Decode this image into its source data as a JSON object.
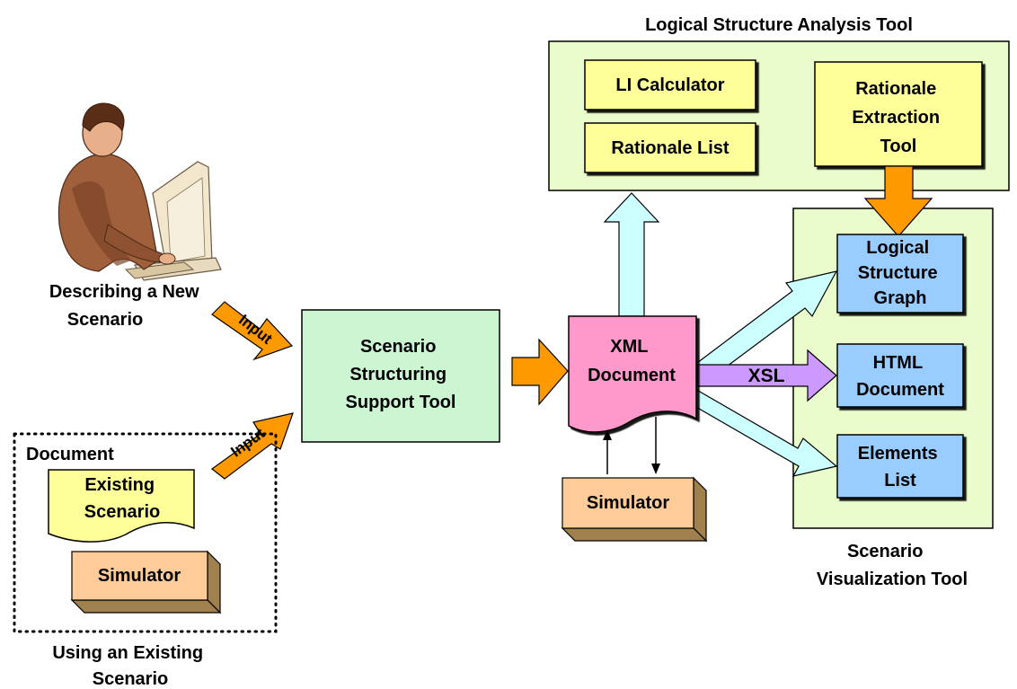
{
  "colors": {
    "analysis_panel": "#EAFCCB",
    "visualization_panel": "#EAFCCB",
    "yellow_box": "#FFFF99",
    "blue_box": "#99CCFF",
    "support_tool": "#CCF5D2",
    "xml_document": "#FF99CC",
    "simulator": "#FFCC99",
    "simulator_shade": "#A0804C",
    "orange_arrow": "#FF9900",
    "cyan_arrow": "#CCFFFF",
    "purple_arrow": "#CC99FF"
  },
  "analysis_tool": {
    "title": "Logical Structure Analysis Tool",
    "li_calculator": "LI Calculator",
    "rationale_list": "Rationale List",
    "rationale_extraction": [
      "Rationale",
      "Extraction",
      "Tool"
    ]
  },
  "visualization_tool": {
    "title": [
      "Scenario",
      "Visualization Tool"
    ],
    "logical_structure_graph": [
      "Logical",
      "Structure",
      "Graph"
    ],
    "html_document": [
      "HTML",
      "Document"
    ],
    "elements_list": [
      "Elements",
      "List"
    ]
  },
  "support_tool": [
    "Scenario",
    "Structuring",
    "Support Tool"
  ],
  "xml_document": [
    "XML",
    "Document"
  ],
  "xsl_label": "XSL",
  "simulator_label": "Simulator",
  "new_scenario": {
    "caption": [
      "Describing a New",
      "Scenario"
    ],
    "figure_icon": "person-at-computer-icon"
  },
  "existing_scenario": {
    "document_label": "Document",
    "existing_doc": [
      "Existing",
      "Scenario"
    ],
    "simulator": "Simulator",
    "caption": [
      "Using an Existing",
      "Scenario"
    ]
  },
  "input_label": "Input"
}
